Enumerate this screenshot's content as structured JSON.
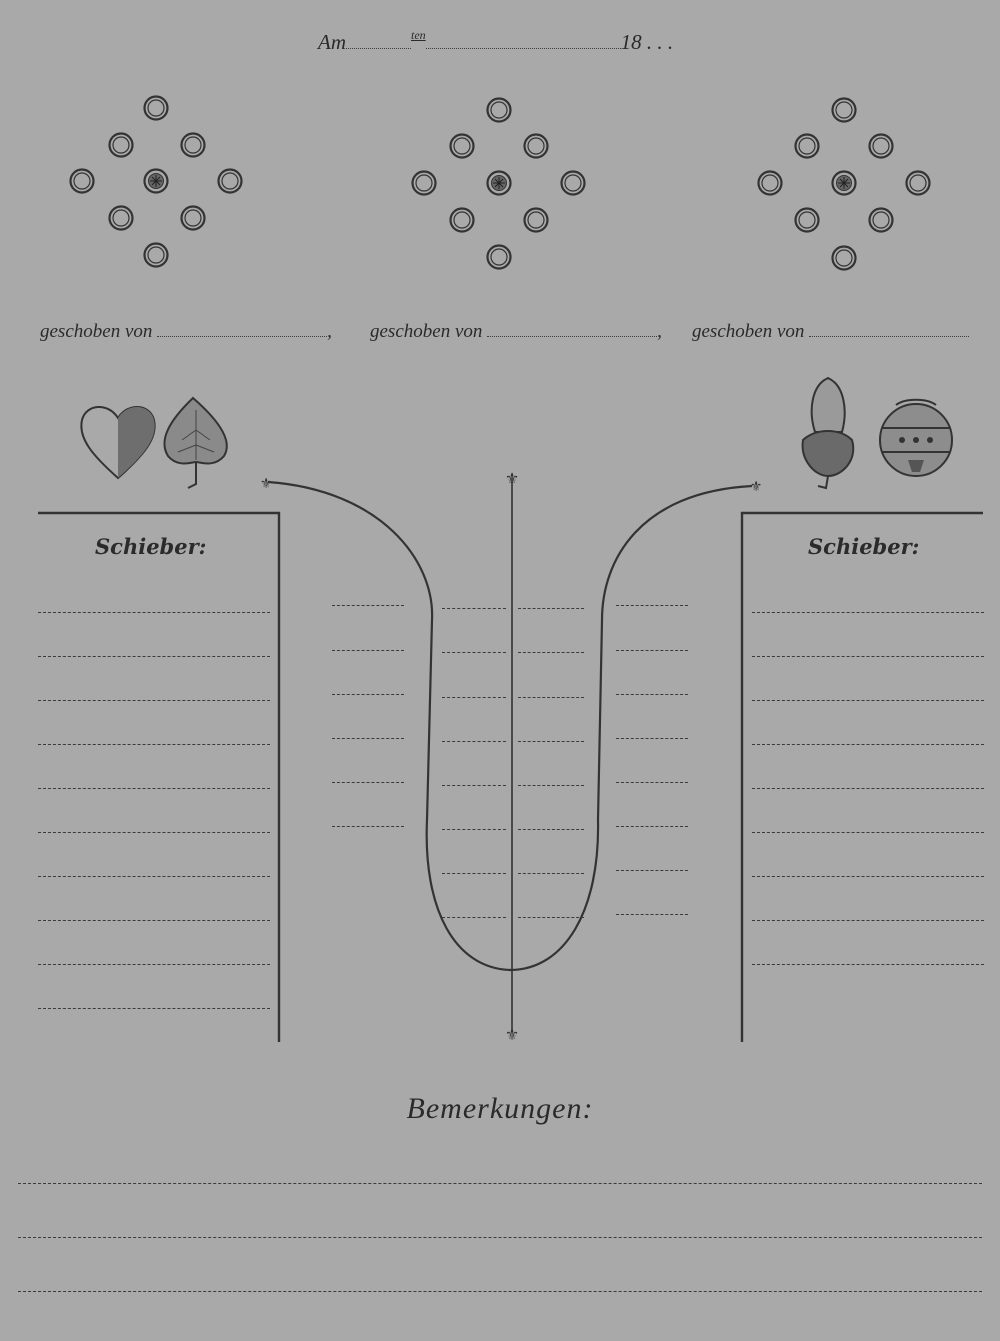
{
  "header": {
    "prefix": "Am",
    "day_suffix": "ten",
    "year_prefix": "18",
    "year_dots": ". . ."
  },
  "pin_diagrams": [
    {
      "label": "geschoben von"
    },
    {
      "label": "geschoben von"
    },
    {
      "label": "geschoben von"
    }
  ],
  "left_panel": {
    "title": "Schieber:",
    "suit_icons": [
      "heart-icon",
      "leaf-icon"
    ]
  },
  "right_panel": {
    "title": "Schieber:",
    "suit_icons": [
      "acorn-icon",
      "bell-icon"
    ]
  },
  "remarks": {
    "title": "Bemerkungen:"
  },
  "colors": {
    "paper": "#a9a9a9",
    "ink": "#2a2a2a"
  }
}
